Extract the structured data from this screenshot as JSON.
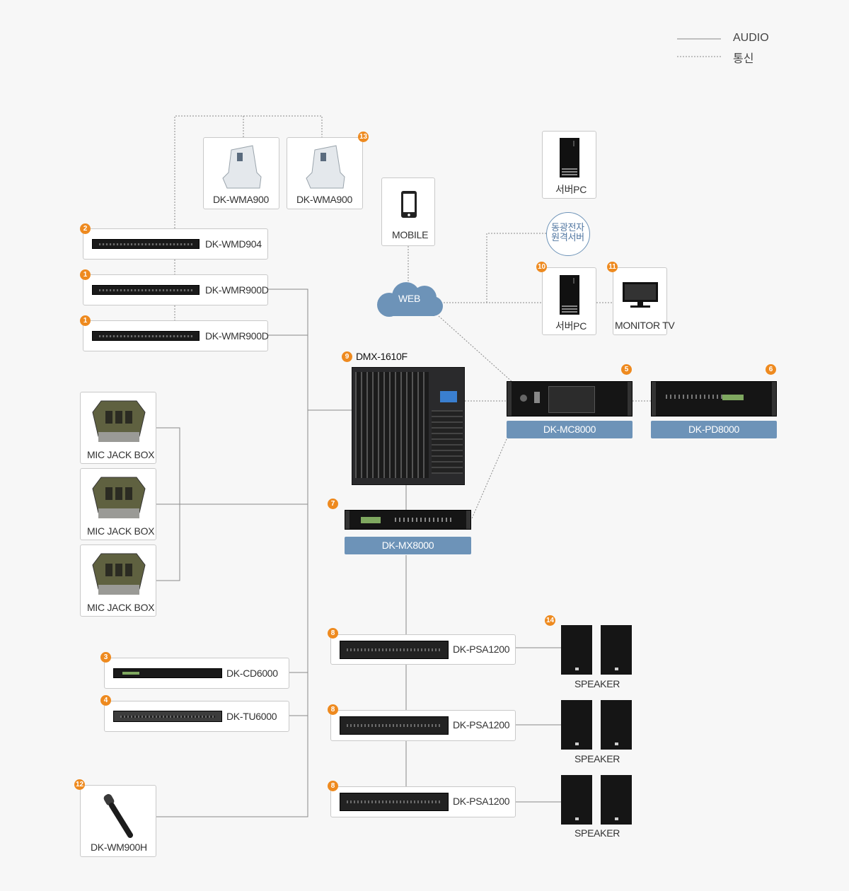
{
  "legend": {
    "audio": "AUDIO",
    "comm": "통신"
  },
  "devices": {
    "wma_left": "DK-WMA900",
    "wma_right": "DK-WMA900",
    "wmd": "DK-WMD904",
    "wmr_top": "DK-WMR900D",
    "wmr_bottom": "DK-WMR900D",
    "mic_jack_1": "MIC JACK BOX",
    "mic_jack_2": "MIC JACK BOX",
    "mic_jack_3": "MIC JACK BOX",
    "cd": "DK-CD6000",
    "tu": "DK-TU6000",
    "wm_handheld": "DK-WM900H",
    "mobile": "MOBILE",
    "web": "WEB",
    "server_pc_top": "서버PC",
    "remote_server": "동광전자\n원격서버",
    "server_pc": "서버PC",
    "monitor_tv": "MONITOR TV",
    "mixer": "DMX-1610F",
    "mc": "DK-MC8000",
    "pd": "DK-PD8000",
    "mx": "DK-MX8000",
    "psa_1": "DK-PSA1200",
    "psa_2": "DK-PSA1200",
    "psa_3": "DK-PSA1200",
    "speaker_1": "SPEAKER",
    "speaker_2": "SPEAKER",
    "speaker_3": "SPEAKER"
  },
  "badges": {
    "wmr_top": "1",
    "wmr_bottom": "1",
    "wmd": "2",
    "cd": "3",
    "tu": "4",
    "mc": "5",
    "pd": "6",
    "mx": "7",
    "psa_1": "8",
    "psa_2": "8",
    "psa_3": "8",
    "mixer": "9",
    "server_pc": "10",
    "monitor_tv": "11",
    "wm_handheld": "12",
    "wma": "13",
    "speakers": "14"
  },
  "colors": {
    "badge": "#ee8a1f",
    "label_bar": "#6d93b8",
    "line": "#8a8a8a",
    "background": "#f7f7f7"
  }
}
